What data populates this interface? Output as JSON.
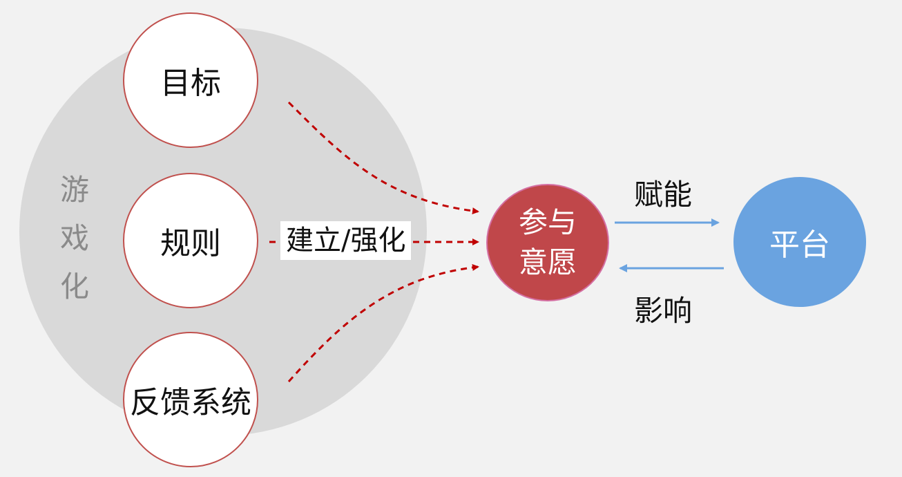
{
  "gamification": {
    "label": [
      "游",
      "戏",
      "化"
    ]
  },
  "nodes": {
    "goal": "目标",
    "rule": "规则",
    "feedback": "反馈系统"
  },
  "edge_label": "建立/强化",
  "willingness": {
    "lines": [
      "参与",
      "意愿"
    ]
  },
  "platform": "平台",
  "arrows": {
    "empower": "赋能",
    "influence": "影响"
  },
  "colors": {
    "background": "#f2f2f2",
    "gamification_circle": "#d9d9d9",
    "node_border": "#c0504d",
    "dashed_arrow": "#c00000",
    "willingness_fill": "#c0474a",
    "platform_fill": "#6aa3e0",
    "blue_arrow": "#6aa3e0"
  }
}
